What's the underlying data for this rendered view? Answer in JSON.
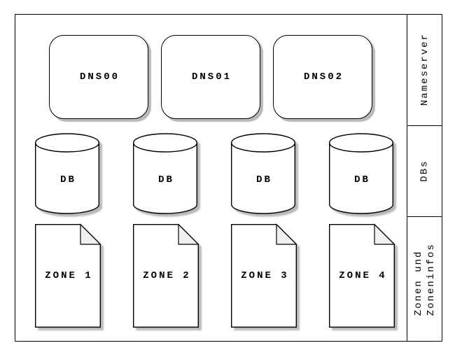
{
  "nameservers": [
    {
      "label": "DNS00"
    },
    {
      "label": "DNS01"
    },
    {
      "label": "DNS02"
    }
  ],
  "databases": [
    {
      "label": "DB"
    },
    {
      "label": "DB"
    },
    {
      "label": "DB"
    },
    {
      "label": "DB"
    }
  ],
  "zones": [
    {
      "label": "ZONE 1"
    },
    {
      "label": "ZONE 2"
    },
    {
      "label": "ZONE 3"
    },
    {
      "label": "ZONE 4"
    }
  ],
  "sidebar": {
    "sections": [
      {
        "label": "Nameserver"
      },
      {
        "label": "DBs"
      },
      {
        "label": "Zonen und\nZoneninfos"
      }
    ]
  },
  "colors": {
    "stroke": "#000000",
    "node_fill": "#ffffff",
    "fold_fill": "#f0f0f0",
    "shadow": "rgba(0,0,0,0.28)"
  }
}
